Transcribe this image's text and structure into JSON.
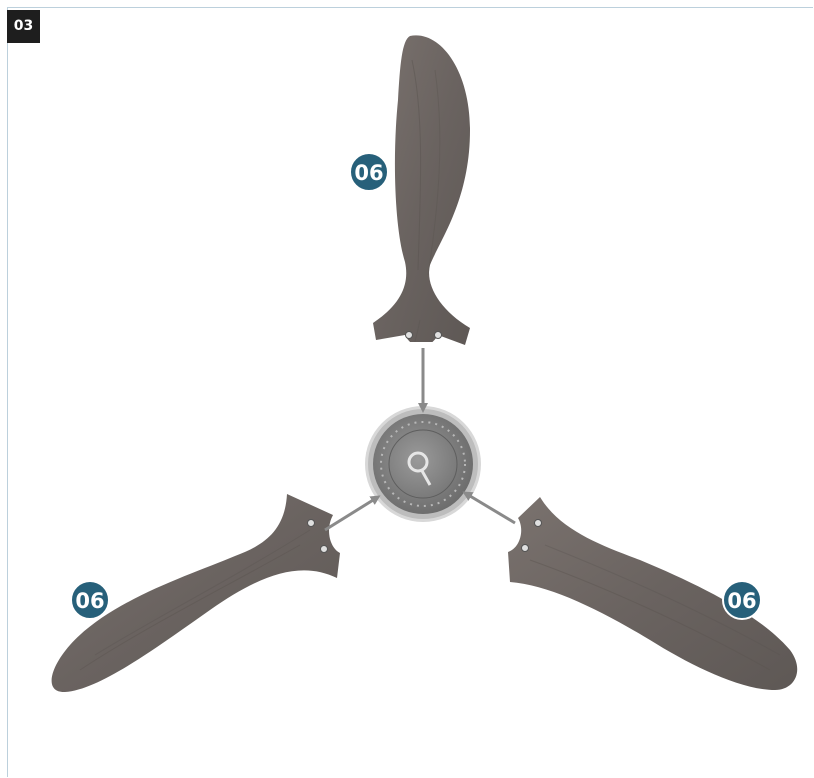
{
  "step": {
    "number": "03"
  },
  "callouts": [
    {
      "label": "06",
      "part": "blade-top"
    },
    {
      "label": "06",
      "part": "blade-left"
    },
    {
      "label": "06",
      "part": "blade-right"
    }
  ],
  "colors": {
    "blade_wood": "#6f6864",
    "blade_grain": "#5a5450",
    "callout_fill": "#27607a",
    "arrow": "#8a8a8a",
    "hub_outer": "#d4d4d4",
    "hub_inner": "#7d7d7d",
    "step_badge": "#1e1e1e",
    "frame_border": "#bcd0dc"
  }
}
